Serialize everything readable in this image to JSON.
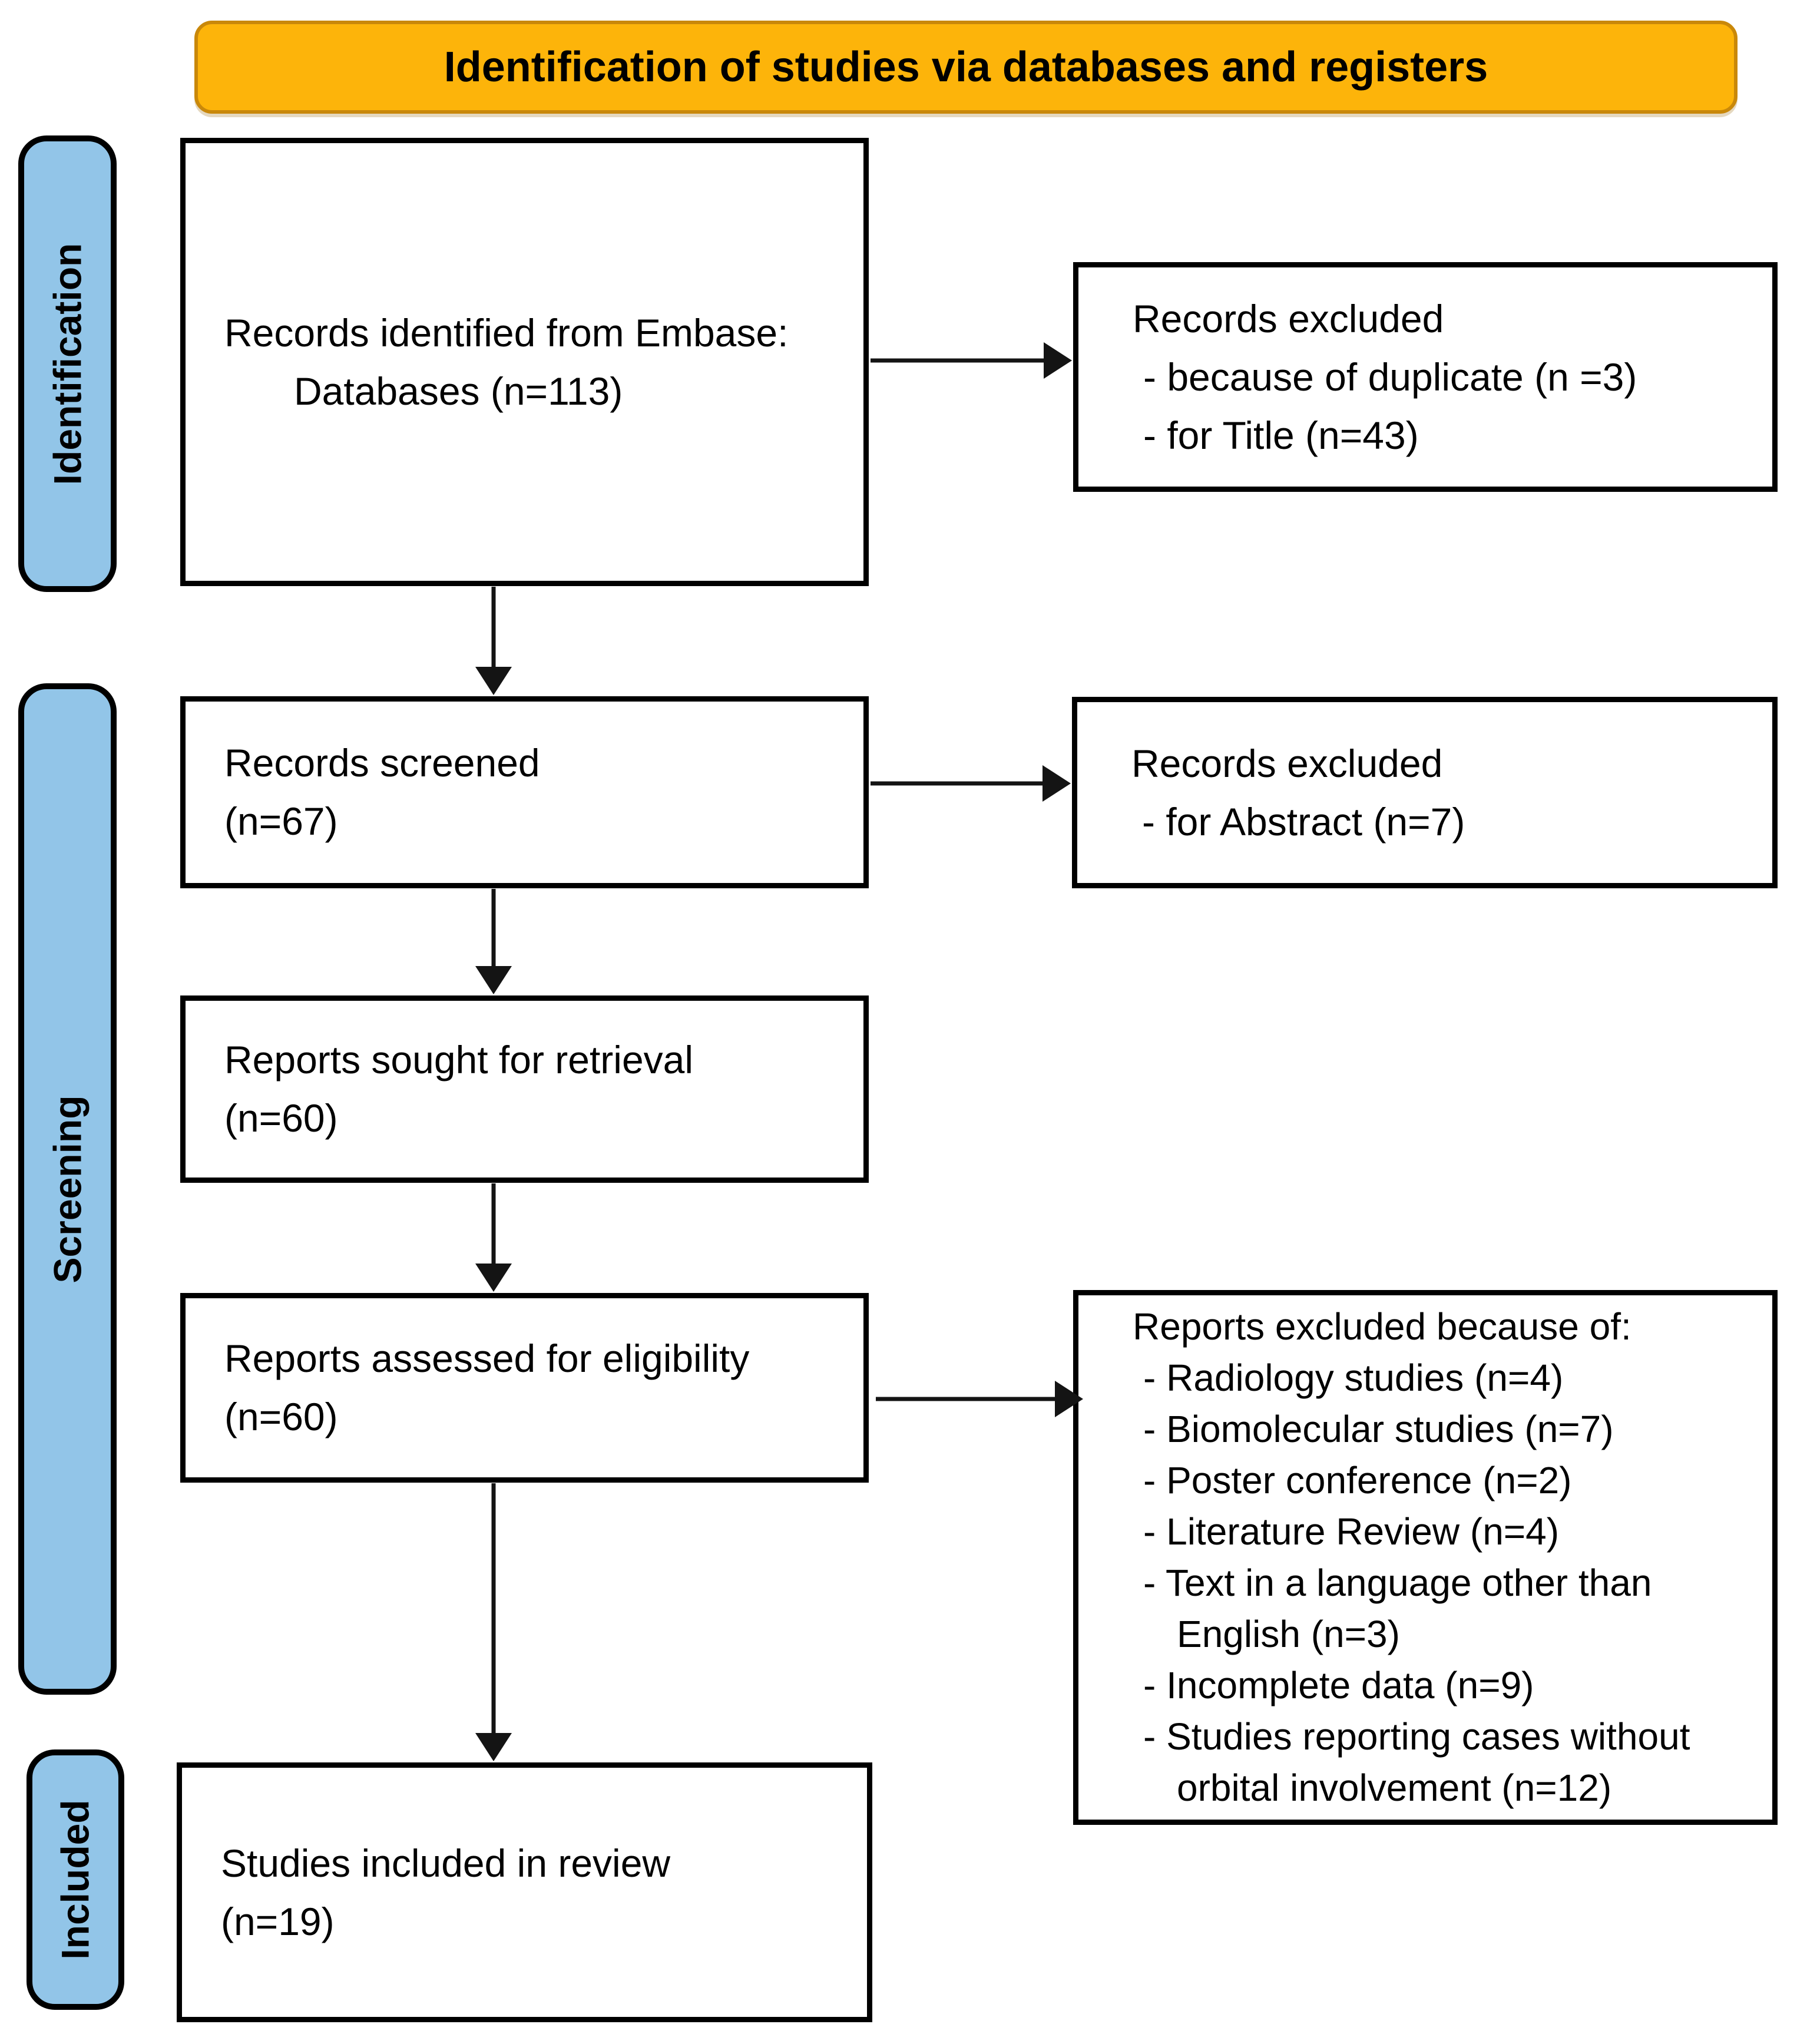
{
  "header": {
    "title": "Identification of studies via databases and registers"
  },
  "stages": {
    "identification": "Identification",
    "screening": "Screening",
    "included": "Included"
  },
  "flow_boxes": {
    "records_identified": {
      "line1": "Records identified from Embase:",
      "line2": "Databases (n=113)"
    },
    "records_screened": {
      "line1": "Records screened",
      "line2": "(n=67)"
    },
    "reports_sought": {
      "line1": "Reports sought for retrieval",
      "line2": "(n=60)"
    },
    "reports_assessed": {
      "line1": "Reports assessed for eligibility",
      "line2": "(n=60)"
    },
    "studies_included": {
      "line1": "Studies included in review",
      "line2": "(n=19)"
    }
  },
  "exclusion_boxes": {
    "records_excluded_duplicates": {
      "title": "Records excluded",
      "items": [
        "- because of duplicate (n =3)",
        "- for Title (n=43)"
      ]
    },
    "records_excluded_abstract": {
      "title": "Records excluded",
      "items": [
        "- for Abstract (n=7)"
      ]
    },
    "reports_excluded": {
      "title": "Reports excluded because of:",
      "items": [
        "- Radiology studies (n=4)",
        "- Biomolecular studies (n=7)",
        "- Poster conference (n=2)",
        "- Literature Review (n=4)",
        "- Text in a language other than\nEnglish (n=3)",
        "- Incomplete data (n=9)",
        "- Studies reporting cases without\norbital involvement (n=12)"
      ]
    }
  },
  "colors": {
    "banner_fill": "#FDB40A",
    "banner_border": "#C9880A",
    "stage_fill": "#92C5E8",
    "box_border": "#000000",
    "arrow_color": "#141414",
    "background": "#FFFFFF",
    "text_color": "#000000"
  }
}
